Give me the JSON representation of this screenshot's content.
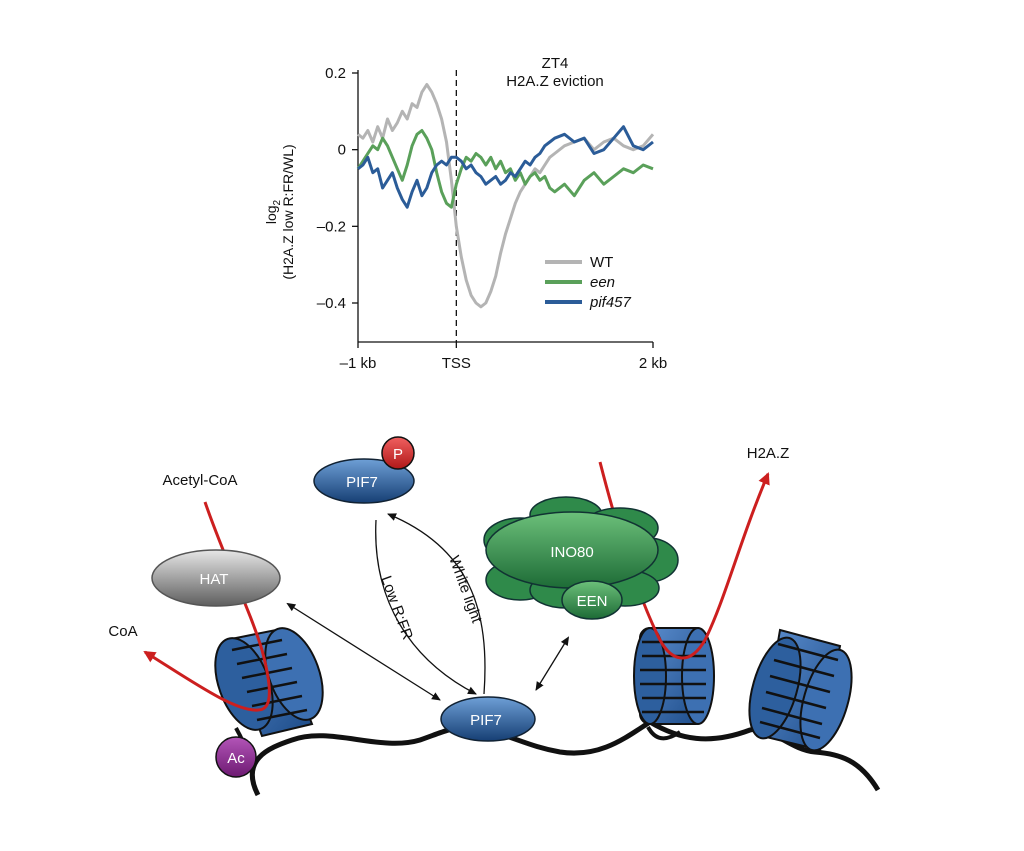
{
  "chart_data": {
    "type": "line",
    "title": "ZT4",
    "subtitle": "H2A.Z eviction",
    "ylabel_line1": "log",
    "ylabel_sub": "2",
    "ylabel_line2": "(H2A.Z low R:FR/WL)",
    "xlabel": "",
    "xlim": [
      -1.0,
      2.0
    ],
    "ylim": [
      -0.5,
      0.2
    ],
    "x_ticks": [
      {
        "value": -1.0,
        "label": "–1 kb"
      },
      {
        "value": 0.0,
        "label": "TSS"
      },
      {
        "value": 2.0,
        "label": "2 kb"
      }
    ],
    "y_ticks": [
      {
        "value": 0.2,
        "label": "0.2"
      },
      {
        "value": 0.0,
        "label": "0"
      },
      {
        "value": -0.2,
        "label": "–0.2"
      },
      {
        "value": -0.4,
        "label": "–0.4"
      }
    ],
    "tss_line": {
      "x": 0.0,
      "style": "dashed"
    },
    "legend_position": "bottom-right",
    "grid": false,
    "series": [
      {
        "name": "WT",
        "italic": false,
        "color": "#b4b4b4",
        "x": [
          -1.0,
          -0.95,
          -0.9,
          -0.85,
          -0.8,
          -0.75,
          -0.7,
          -0.65,
          -0.6,
          -0.55,
          -0.5,
          -0.45,
          -0.4,
          -0.35,
          -0.3,
          -0.25,
          -0.2,
          -0.15,
          -0.1,
          -0.05,
          0.0,
          0.05,
          0.1,
          0.15,
          0.2,
          0.25,
          0.3,
          0.35,
          0.4,
          0.45,
          0.5,
          0.55,
          0.6,
          0.65,
          0.7,
          0.75,
          0.8,
          0.85,
          0.9,
          0.95,
          1.0,
          1.1,
          1.2,
          1.3,
          1.4,
          1.5,
          1.6,
          1.7,
          1.8,
          1.9,
          2.0
        ],
        "y": [
          0.04,
          0.03,
          0.05,
          0.02,
          0.06,
          0.03,
          0.08,
          0.05,
          0.07,
          0.1,
          0.08,
          0.12,
          0.11,
          0.15,
          0.17,
          0.15,
          0.12,
          0.08,
          0.02,
          -0.08,
          -0.2,
          -0.28,
          -0.34,
          -0.38,
          -0.4,
          -0.41,
          -0.4,
          -0.37,
          -0.33,
          -0.27,
          -0.22,
          -0.18,
          -0.14,
          -0.11,
          -0.09,
          -0.07,
          -0.05,
          -0.06,
          -0.04,
          -0.02,
          -0.01,
          0.01,
          0.02,
          0.03,
          0.0,
          0.02,
          0.03,
          0.01,
          0.0,
          0.01,
          0.04
        ]
      },
      {
        "name": "een",
        "italic": true,
        "color": "#5aa05a",
        "x": [
          -1.0,
          -0.95,
          -0.9,
          -0.85,
          -0.8,
          -0.75,
          -0.7,
          -0.65,
          -0.6,
          -0.55,
          -0.5,
          -0.45,
          -0.4,
          -0.35,
          -0.3,
          -0.25,
          -0.2,
          -0.15,
          -0.1,
          -0.05,
          0.0,
          0.05,
          0.1,
          0.15,
          0.2,
          0.25,
          0.3,
          0.35,
          0.4,
          0.45,
          0.5,
          0.55,
          0.6,
          0.65,
          0.7,
          0.75,
          0.8,
          0.85,
          0.9,
          0.95,
          1.0,
          1.1,
          1.2,
          1.3,
          1.4,
          1.5,
          1.6,
          1.7,
          1.8,
          1.9,
          2.0
        ],
        "y": [
          -0.05,
          -0.03,
          -0.01,
          0.01,
          0.0,
          0.03,
          0.01,
          -0.02,
          -0.05,
          -0.08,
          -0.04,
          0.01,
          0.04,
          0.05,
          0.03,
          0.0,
          -0.06,
          -0.11,
          -0.14,
          -0.15,
          -0.09,
          -0.05,
          -0.02,
          -0.03,
          -0.01,
          -0.02,
          -0.04,
          -0.02,
          -0.05,
          -0.03,
          -0.06,
          -0.05,
          -0.08,
          -0.06,
          -0.09,
          -0.07,
          -0.06,
          -0.08,
          -0.07,
          -0.1,
          -0.11,
          -0.09,
          -0.12,
          -0.08,
          -0.06,
          -0.09,
          -0.07,
          -0.05,
          -0.06,
          -0.04,
          -0.05
        ]
      },
      {
        "name": "pif457",
        "italic": true,
        "color": "#2b5c98",
        "x": [
          -1.0,
          -0.95,
          -0.9,
          -0.85,
          -0.8,
          -0.75,
          -0.7,
          -0.65,
          -0.6,
          -0.55,
          -0.5,
          -0.45,
          -0.4,
          -0.35,
          -0.3,
          -0.25,
          -0.2,
          -0.15,
          -0.1,
          -0.05,
          0.0,
          0.05,
          0.1,
          0.15,
          0.2,
          0.25,
          0.3,
          0.35,
          0.4,
          0.45,
          0.5,
          0.55,
          0.6,
          0.65,
          0.7,
          0.75,
          0.8,
          0.85,
          0.9,
          0.95,
          1.0,
          1.1,
          1.2,
          1.3,
          1.4,
          1.5,
          1.6,
          1.7,
          1.8,
          1.9,
          2.0
        ],
        "y": [
          -0.05,
          -0.04,
          -0.02,
          -0.06,
          -0.05,
          -0.1,
          -0.08,
          -0.06,
          -0.1,
          -0.13,
          -0.15,
          -0.11,
          -0.08,
          -0.12,
          -0.1,
          -0.06,
          -0.04,
          -0.03,
          -0.04,
          -0.02,
          -0.02,
          -0.03,
          -0.05,
          -0.04,
          -0.06,
          -0.07,
          -0.09,
          -0.08,
          -0.07,
          -0.09,
          -0.08,
          -0.06,
          -0.07,
          -0.05,
          -0.03,
          -0.04,
          -0.02,
          -0.01,
          0.01,
          0.02,
          0.03,
          0.04,
          0.02,
          0.03,
          -0.01,
          0.0,
          0.03,
          0.06,
          0.01,
          0.0,
          0.02
        ]
      }
    ]
  },
  "diagram": {
    "acetyl_coa": "Acetyl-CoA",
    "coa": "CoA",
    "hat": "HAT",
    "ac": "Ac",
    "pif7_top": "PIF7",
    "phospho": "P",
    "pif7_bottom": "PIF7",
    "low_r_fr": "Low R:FR",
    "white_light": "White light",
    "ino80": "INO80",
    "een": "EEN",
    "h2az": "H2A.Z",
    "colors": {
      "nucleosome": "#2d5f9e",
      "histone_arrow": "#cc1f1f",
      "ino80": "#2f8a4a",
      "pif7": "#1f5a96",
      "phospho": "#d32b2b",
      "ac": "#8a2a8e",
      "hat": "#8f8f8f"
    }
  }
}
